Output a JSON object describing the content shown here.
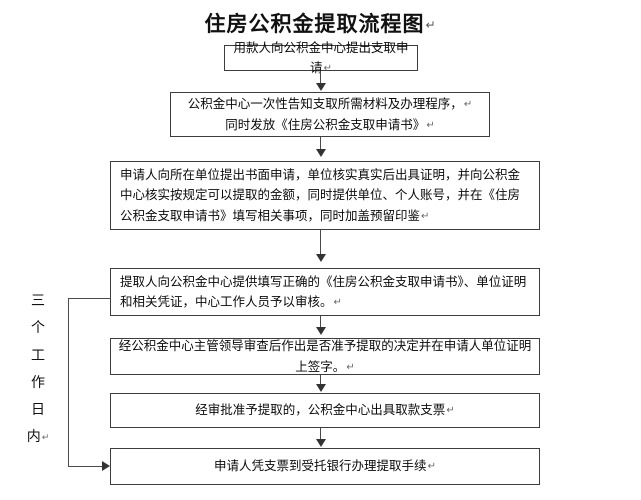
{
  "title": {
    "text": "住房公积金提取流程图",
    "return_mark": "↵"
  },
  "side_label": {
    "chars": [
      "三",
      "个",
      "工",
      "作",
      "日",
      "内"
    ],
    "return_mark": "↵"
  },
  "flow": {
    "type": "flowchart",
    "direction": "top-to-bottom",
    "nodes": [
      {
        "id": "n1",
        "lines": [
          "用款人向公积金中心提出支取申请"
        ],
        "return_mark": "↵",
        "align": "center"
      },
      {
        "id": "n2",
        "lines": [
          "公积金中心一次性告知支取所需材料及办理程序，",
          "同时发放《住房公积金支取申请书》"
        ],
        "return_mark": "↵",
        "align": "center"
      },
      {
        "id": "n3",
        "lines": [
          "申请人向所在单位提出书面申请，单位核实真实后出具证明，并向公积金中心核实按规定可以提取的金额，同时提供单位、个人账号，并在《住房公积金支取申请书》填写相关事项，同时加盖预留印鉴"
        ],
        "return_mark": "↵",
        "align": "justify"
      },
      {
        "id": "n4",
        "lines": [
          "提取人向公积金中心提供填写正确的《住房公积金支取申请书》、单位证明和相关凭证，中心工作人员予以审核。"
        ],
        "return_mark": "↵",
        "align": "justify"
      },
      {
        "id": "n5",
        "lines": [
          "经公积金中心主管领导审查后作出是否准予提取的决定并在申请人单位证明上签字。"
        ],
        "return_mark": "↵",
        "align": "center"
      },
      {
        "id": "n6",
        "lines": [
          "经审批准予提取的，公积金中心出具取款支票"
        ],
        "return_mark": "↵",
        "align": "center"
      },
      {
        "id": "n7",
        "lines": [
          "申请人凭支票到受托银行办理提取手续"
        ],
        "return_mark": "↵",
        "align": "center"
      }
    ],
    "edges": [
      {
        "from": "n1",
        "to": "n2",
        "style": "arrow-down"
      },
      {
        "from": "n2",
        "to": "n3",
        "style": "arrow-down"
      },
      {
        "from": "n3",
        "to": "n4",
        "style": "arrow-down"
      },
      {
        "from": "n4",
        "to": "n5",
        "style": "arrow-down"
      },
      {
        "from": "n5",
        "to": "n6",
        "style": "arrow-down"
      },
      {
        "from": "n6",
        "to": "n7",
        "style": "arrow-down"
      },
      {
        "from": "n4",
        "to": "n7",
        "style": "bracket-left-arrow-right"
      }
    ]
  },
  "colors": {
    "border": "#3d3d3d",
    "connector": "#4a4a4a",
    "text": "#0a0a0a",
    "background": "#ffffff"
  }
}
